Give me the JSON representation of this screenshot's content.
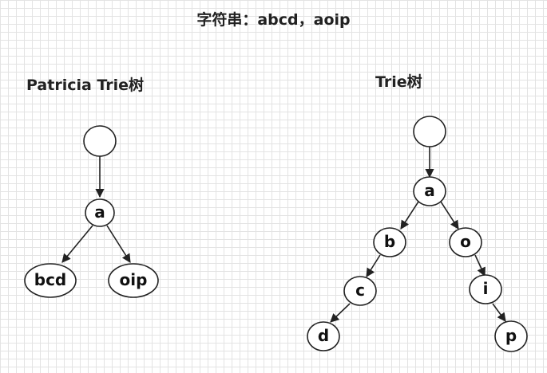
{
  "title": "字符串：abcd，aoip",
  "patricia": {
    "label": "Patricia Trie树",
    "nodes": [
      {
        "id": "root",
        "text": ""
      },
      {
        "id": "a",
        "text": "a"
      },
      {
        "id": "bcd",
        "text": "bcd"
      },
      {
        "id": "oip",
        "text": "oip"
      }
    ]
  },
  "trie": {
    "label": "Trie树",
    "nodes": [
      {
        "id": "root",
        "text": ""
      },
      {
        "id": "a",
        "text": "a"
      },
      {
        "id": "b",
        "text": "b"
      },
      {
        "id": "o",
        "text": "o"
      },
      {
        "id": "c",
        "text": "c"
      },
      {
        "id": "i",
        "text": "i"
      },
      {
        "id": "d",
        "text": "d"
      },
      {
        "id": "p",
        "text": "p"
      }
    ]
  }
}
